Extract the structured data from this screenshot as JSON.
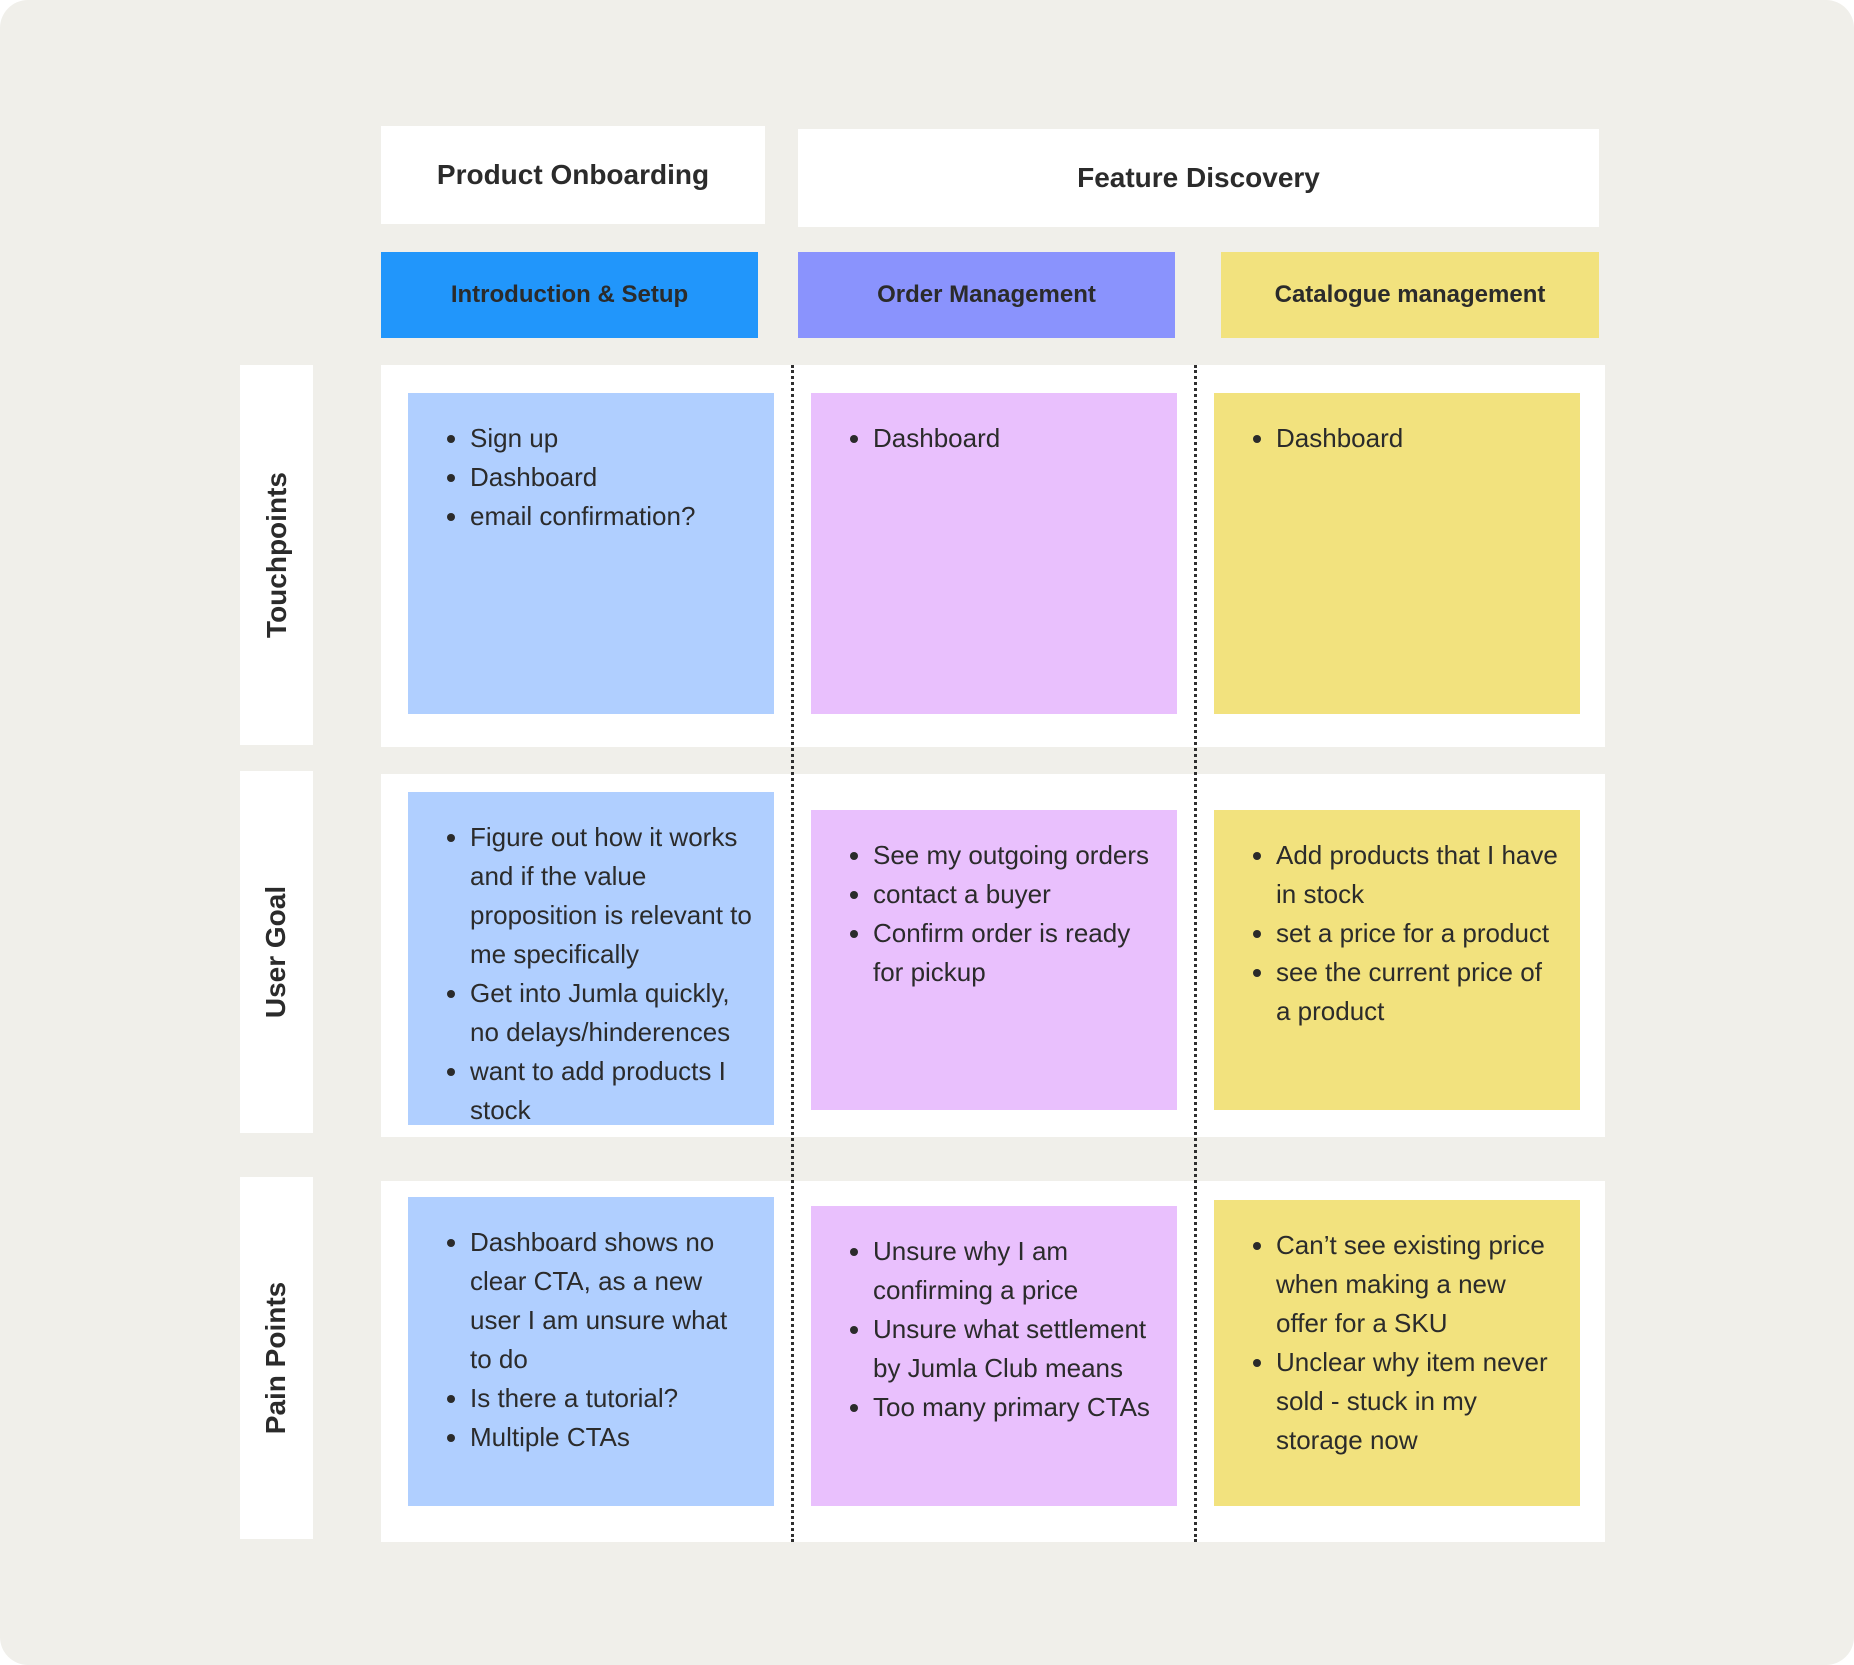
{
  "phases": {
    "product_onboarding": "Product Onboarding",
    "feature_discovery": "Feature Discovery"
  },
  "stages": [
    {
      "label": "Introduction & Setup",
      "color": "#2196fb"
    },
    {
      "label": "Order Management",
      "color": "#8a93fd"
    },
    {
      "label": "Catalogue management",
      "color": "#f2e27e"
    }
  ],
  "rows": [
    {
      "label": "Touchpoints"
    },
    {
      "label": "User Goal"
    },
    {
      "label": "Pain Points"
    }
  ],
  "note_colors": {
    "blue": "#b0cfff",
    "purple": "#e9c0fd",
    "yellow": "#f2e27e"
  },
  "cells": {
    "touchpoints": [
      [
        "Sign up",
        "Dashboard",
        "email confirmation?"
      ],
      [
        "Dashboard"
      ],
      [
        "Dashboard"
      ]
    ],
    "user_goal": [
      [
        "Figure out how it works and if the value proposition is relevant to me specifically",
        "Get into Jumla quickly, no delays/hinderences",
        "want to add products I stock"
      ],
      [
        "See my outgoing orders",
        "contact a buyer",
        "Confirm order is ready for pickup"
      ],
      [
        "Add products that I have in stock",
        "set a price for a product",
        "see the current price of a product"
      ]
    ],
    "pain_points": [
      [
        "Dashboard shows no clear CTA, as a new user I am unsure what to do",
        "Is there a tutorial?",
        "Multiple CTAs"
      ],
      [
        "Unsure why I am confirming a price",
        "Unsure what settlement by Jumla Club means",
        "Too many primary CTAs"
      ],
      [
        "Can’t see existing price when making a new offer for a SKU",
        "Unclear why item never sold - stuck in my storage now"
      ]
    ]
  }
}
